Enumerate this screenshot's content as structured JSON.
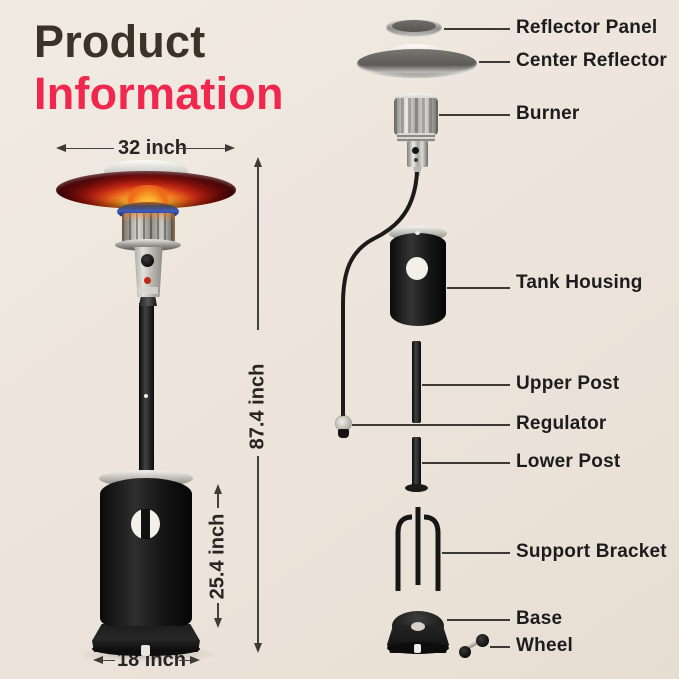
{
  "title": {
    "line1": "Product",
    "line2": "Information"
  },
  "dimensions": {
    "reflector_width": "32 inch",
    "total_height": "87.4 inch",
    "tank_height": "25.4 inch",
    "base_width": "18 inch"
  },
  "parts": [
    {
      "id": "reflector-panel",
      "label": "Reflector Panel"
    },
    {
      "id": "center-reflector",
      "label": "Center Reflector"
    },
    {
      "id": "burner",
      "label": "Burner"
    },
    {
      "id": "tank-housing",
      "label": "Tank Housing"
    },
    {
      "id": "upper-post",
      "label": "Upper Post"
    },
    {
      "id": "regulator",
      "label": "Regulator"
    },
    {
      "id": "lower-post",
      "label": "Lower Post"
    },
    {
      "id": "support-bracket",
      "label": "Support Bracket"
    },
    {
      "id": "base",
      "label": "Base"
    },
    {
      "id": "wheel",
      "label": "Wheel"
    }
  ],
  "colors": {
    "accent": "#F0284D",
    "title_dark": "#3B3228",
    "label_text": "#1C1C1E",
    "background": "#EDE5DC",
    "line": "#3C3A36",
    "flame_orange": "#F89B25",
    "flame_blue": "#3D5CC0"
  }
}
